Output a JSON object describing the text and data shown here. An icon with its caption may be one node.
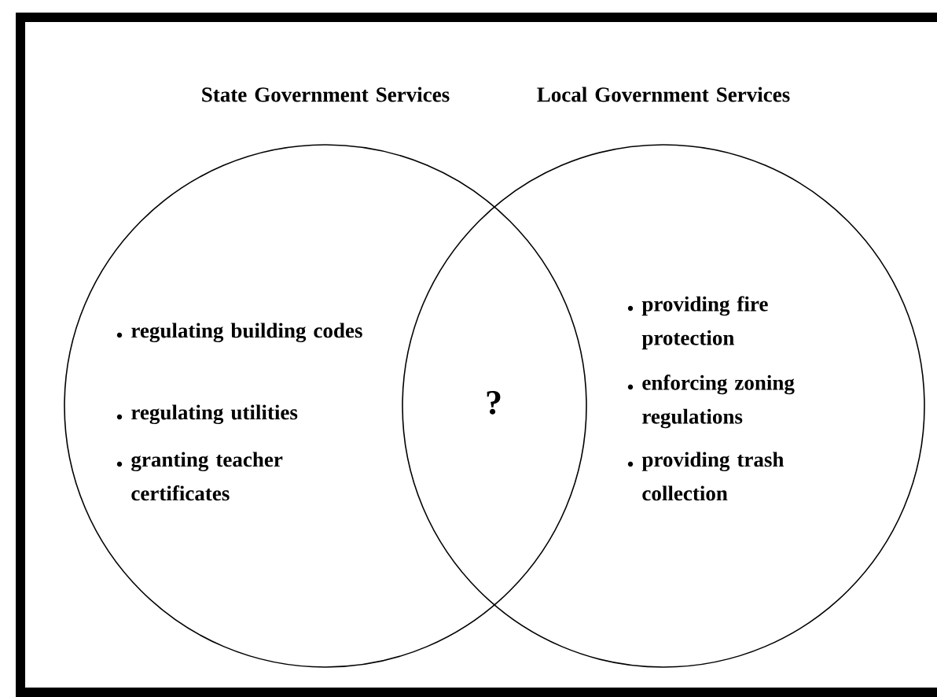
{
  "diagram": {
    "nodes": [
      {
        "text": [
          "State Government Services",
          "regulating building codes",
          "regulating utilities",
          "granting teacher certificates"
        ]
      },
      {
        "text": [
          "Local Government Services",
          "providing fire protection",
          "enforcing zoning regulations",
          "providing trash collection"
        ]
      }
    ],
    "labels": [
      "?"
    ]
  }
}
